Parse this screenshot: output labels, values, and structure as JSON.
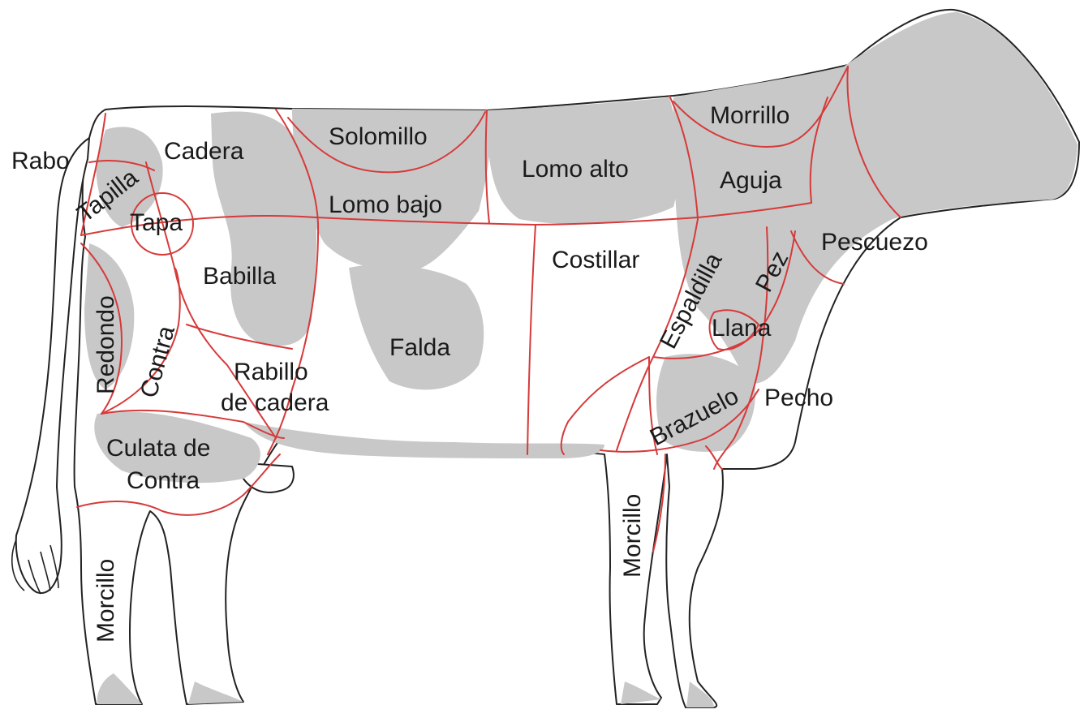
{
  "diagram": {
    "colors": {
      "outline": "#222222",
      "patch": "#c8c8c8",
      "cut_lines": "#d63a3a",
      "text": "#1a1a1a",
      "background": "#ffffff"
    },
    "labels": {
      "rabo": "Rabo",
      "tapilla": "Tapilla",
      "cadera": "Cadera",
      "tapa": "Tapa",
      "solomillo": "Solomillo",
      "lomo_bajo": "Lomo bajo",
      "lomo_alto": "Lomo alto",
      "morrillo_top": "Morrillo",
      "aguja": "Aguja",
      "pescuezo": "Pescuezo",
      "babilla": "Babilla",
      "costillar": "Costillar",
      "espaldilla": "Espaldilla",
      "pez": "Pez",
      "llana": "Llana",
      "redondo": "Redondo",
      "contra": "Contra",
      "falda": "Falda",
      "rabillo_line1": "Rabillo",
      "rabillo_line2": "de cadera",
      "brazuelo": "Brazuelo",
      "pecho": "Pecho",
      "culata_line1": "Culata de",
      "culata_line2": "Contra",
      "morcillo_front": "Morcillo",
      "morcillo_rear": "Morcillo"
    }
  }
}
